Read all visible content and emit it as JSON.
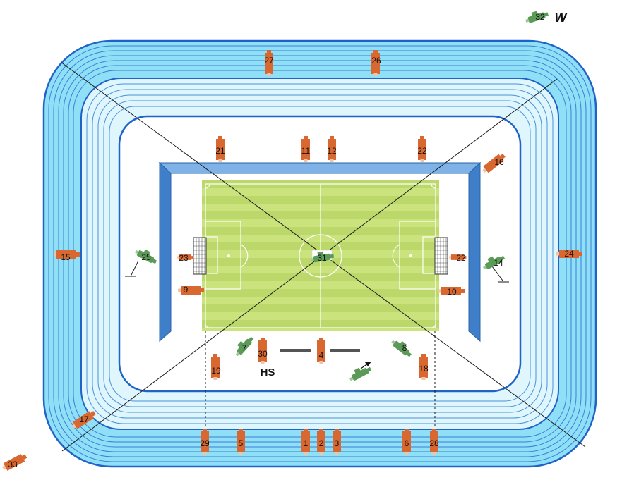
{
  "labels": {
    "compass": "W",
    "zone": "HS"
  },
  "colors": {
    "track_outer": "#8fe0f7",
    "track_inner": "#dff6fd",
    "track_edge": "#1f63c9",
    "pitch": "#bcd86a",
    "pitch_stripe": "#cbe37d",
    "stand": "#3f7fc9",
    "camera_fixed": "#d8682f",
    "camera_handheld": "#5c9a58"
  },
  "cameras": {
    "c1": "1",
    "c2": "2",
    "c3": "3",
    "c4": "4",
    "c5": "5",
    "c6": "6",
    "c7": "7",
    "c8": "8",
    "c9": "9",
    "c10": "10",
    "c11": "11",
    "c12": "12",
    "c14": "14",
    "c15": "15",
    "c16": "16",
    "c17": "17",
    "c18": "18",
    "c19": "19",
    "c21": "21",
    "c22a": "22",
    "c22b": "22",
    "c23": "23",
    "c24": "24",
    "c25": "25",
    "c26": "26",
    "c27": "27",
    "c28": "28",
    "c29": "29",
    "c30": "30",
    "c31": "31",
    "c32": "32",
    "c33": "33"
  }
}
